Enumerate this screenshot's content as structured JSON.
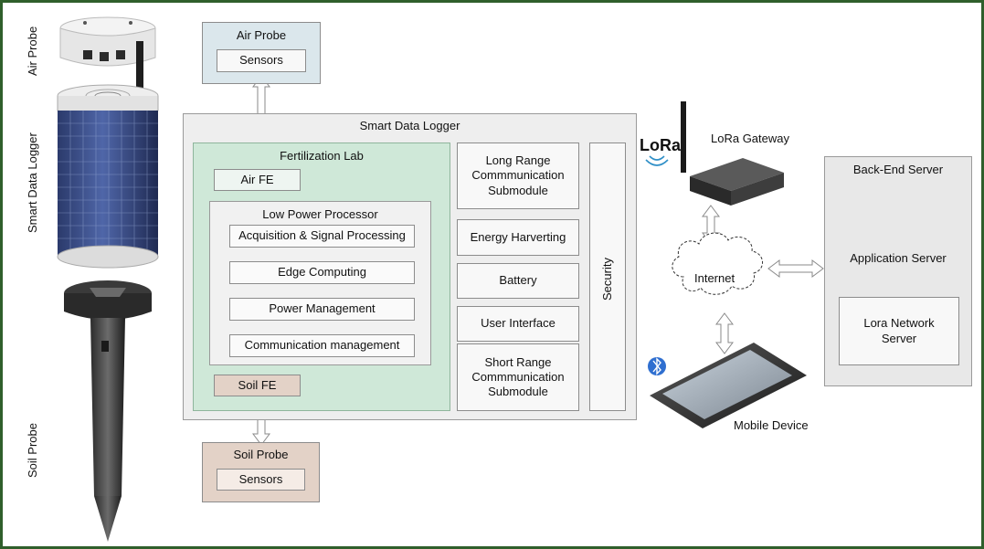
{
  "device": {
    "air_probe_label": "Air Probe",
    "smart_data_logger_label": "Smart Data Logger",
    "soil_probe_label": "Soil Probe"
  },
  "air_probe": {
    "title": "Air Probe",
    "sensors": "Sensors"
  },
  "soil_probe": {
    "title": "Soil Probe",
    "sensors": "Sensors"
  },
  "logger": {
    "title": "Smart Data Logger",
    "lab": {
      "title": "Fertilization Lab",
      "air_fe": "Air FE",
      "soil_fe": "Soil FE",
      "processor": {
        "title": "Low Power Processor",
        "modules": [
          "Acquisition & Signal Processing",
          "Edge Computing",
          "Power Management",
          "Communication management"
        ]
      }
    },
    "submodules": {
      "long_range": [
        "Long Range",
        "Commmunication",
        "Submodule"
      ],
      "energy": "Energy Harverting",
      "battery": "Battery",
      "ui": "User Interface",
      "short_range": [
        "Short Range",
        "Commmunication",
        "Submodule"
      ]
    },
    "security": "Security"
  },
  "network": {
    "lora_logo": "LoRa",
    "lora_gateway": "LoRa Gateway",
    "internet": "Internet",
    "mobile_device": "Mobile Device"
  },
  "backend": {
    "title": "Back-End Server",
    "app_server": "Application Server",
    "network_server": [
      "Lora Network",
      "Server"
    ]
  },
  "colors": {
    "border_green": "#2f5f2b",
    "air_fill": "#dbe7ec",
    "soil_fill": "#e3d2c7",
    "lab_fill": "#cfe8d8",
    "logger_fill": "#eeeeee",
    "backend_fill": "#e8e8e8"
  }
}
